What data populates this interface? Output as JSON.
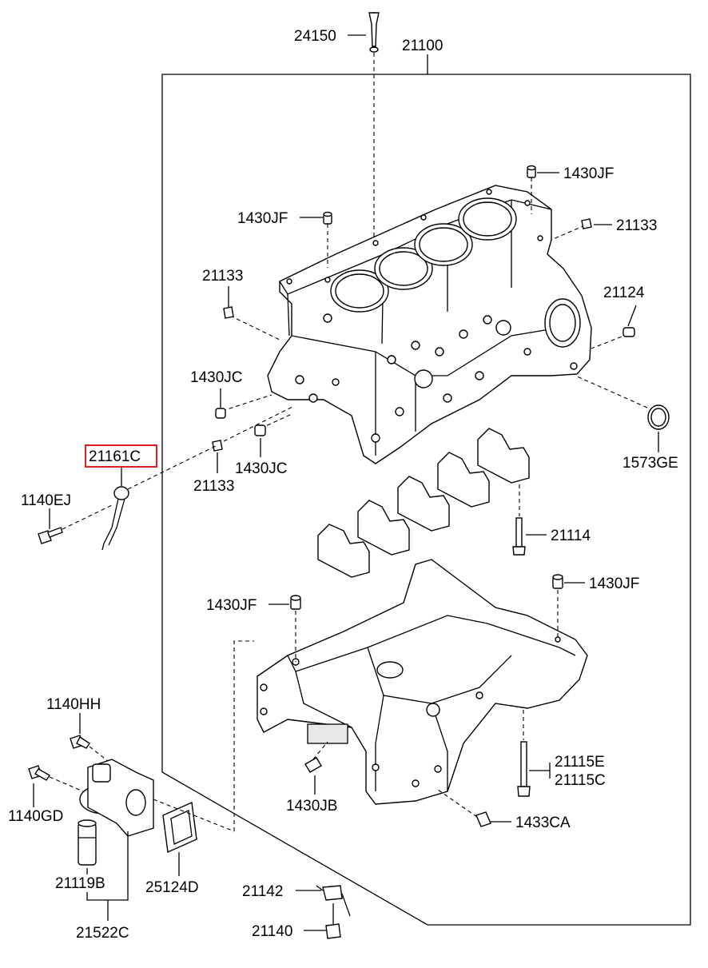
{
  "labels": {
    "p24150": "24150",
    "p21100": "21100",
    "p1430JF_a": "1430JF",
    "p1430JF_b": "1430JF",
    "p21133_a": "21133",
    "p21133_b": "21133",
    "p21124": "21124",
    "p1430JC_a": "1430JC",
    "p21161C": "21161C",
    "p21133_c": "21133",
    "p1430JC_b": "1430JC",
    "p1573GE": "1573GE",
    "p1140EJ": "1140EJ",
    "p21114": "21114",
    "p1430JF_c": "1430JF",
    "p1430JF_d": "1430JF",
    "p1140HH": "1140HH",
    "p21115E": "21115E",
    "p21115C": "21115C",
    "p1140GD": "1140GD",
    "p1430JB": "1430JB",
    "p1433CA": "1433CA",
    "p21119B": "21119B",
    "p25124D": "25124D",
    "p21142": "21142",
    "p21140": "21140",
    "p21522C": "21522C"
  },
  "highlighted_part": "21161C",
  "colors": {
    "highlight": "#e02020",
    "ink": "#000000"
  }
}
